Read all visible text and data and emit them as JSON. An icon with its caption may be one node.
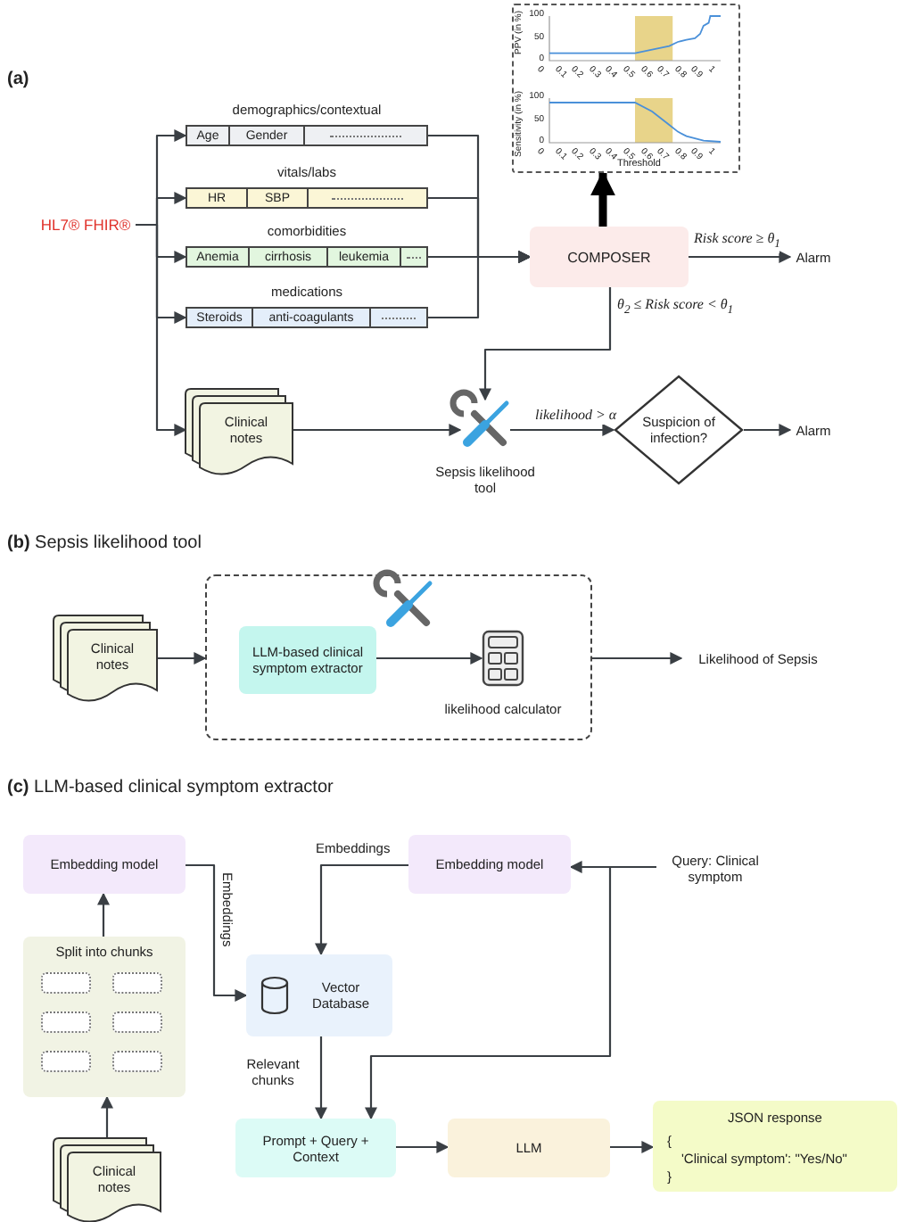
{
  "diagram": {
    "nodes": [
      {
        "text": [
          "HL7® FHIR®"
        ]
      },
      {
        "text": [
          "demographics/contextual",
          "Age",
          "Gender"
        ]
      },
      {
        "text": [
          "vitals/labs",
          "HR",
          "SBP"
        ]
      },
      {
        "text": [
          "comorbidities",
          "Anemia",
          "cirrhosis",
          "leukemia"
        ]
      },
      {
        "text": [
          "medications",
          "Steroids",
          "anti-coagulants"
        ]
      },
      {
        "text": [
          "Clinical notes"
        ]
      },
      {
        "text": [
          "COMPOSER"
        ]
      },
      {
        "text": [
          "PPV (in %)",
          "Sensitivity (in %)",
          "Threshold"
        ]
      },
      {
        "text": [
          "Alarm"
        ]
      },
      {
        "text": [
          "Sepsis likelihood tool"
        ]
      },
      {
        "text": [
          "Suspicion of infection?"
        ]
      },
      {
        "text": [
          "Alarm"
        ]
      },
      {
        "text": [
          "Clinical notes"
        ]
      },
      {
        "text": [],
        "shape": "box"
      },
      {
        "text": [
          "LLM-based clinical symptom extractor"
        ],
        "in": 13
      },
      {
        "text": [
          "likelihood calculator"
        ],
        "in": 13
      },
      {
        "text": [
          "Likelihood of Sepsis"
        ]
      },
      {
        "text": [
          "Embedding model"
        ]
      },
      {
        "text": [
          "Embedding model"
        ]
      },
      {
        "text": [
          "Query: Clinical symptom"
        ]
      },
      {
        "text": [
          "Split into chunks"
        ]
      },
      {
        "text": [
          "Vector Database"
        ]
      },
      {
        "text": [
          "Prompt + Query + Context"
        ]
      },
      {
        "text": [
          "LLM"
        ]
      },
      {
        "text": [
          "JSON response",
          "{",
          "'Clinical symptom': \"Yes/No\"",
          "}"
        ]
      },
      {
        "text": [
          "Clinical notes"
        ]
      }
    ],
    "edges": [
      {
        "from": 0,
        "to": 1,
        "arrow": "to"
      },
      {
        "from": 0,
        "to": 2,
        "arrow": "to"
      },
      {
        "from": 0,
        "to": 3,
        "arrow": "to"
      },
      {
        "from": 0,
        "to": 4,
        "arrow": "to"
      },
      {
        "from": 0,
        "to": 5,
        "arrow": "to"
      },
      {
        "from": 1,
        "to": 6,
        "arrow": "to"
      },
      {
        "from": 2,
        "to": 6,
        "arrow": "to"
      },
      {
        "from": 3,
        "to": 6,
        "arrow": "to"
      },
      {
        "from": 4,
        "to": 6,
        "arrow": "to"
      },
      {
        "from": 6,
        "to": 7,
        "arrow": "to",
        "style": "thick",
        "color": "#000000"
      },
      {
        "from": 6,
        "to": 8,
        "arrow": "to",
        "label": "Risk score ≥ θ$_{1}$"
      },
      {
        "from": 6,
        "to": 9,
        "arrow": "to",
        "label": "θ$_{2}$ ≤ Risk score < θ$_{1}$"
      },
      {
        "from": 5,
        "to": 9,
        "arrow": "to"
      },
      {
        "from": 9,
        "to": 10,
        "arrow": "to",
        "label": "likelihood > α"
      },
      {
        "from": 10,
        "to": 11,
        "arrow": "to"
      },
      {
        "from": 12,
        "to": 13,
        "arrow": "to"
      },
      {
        "from": 14,
        "to": 15,
        "arrow": "to"
      },
      {
        "from": 13,
        "to": 16,
        "arrow": "to"
      },
      {
        "from": 25,
        "to": 20,
        "arrow": "to"
      },
      {
        "from": 20,
        "to": 17,
        "arrow": "to"
      },
      {
        "from": 17,
        "to": 21,
        "arrow": "to",
        "label": "Embeddings"
      },
      {
        "from": 18,
        "to": 21,
        "arrow": "to",
        "label": "Embeddings"
      },
      {
        "from": 19,
        "to": 18,
        "arrow": "to"
      },
      {
        "from": 19,
        "to": 22,
        "arrow": "to"
      },
      {
        "from": 21,
        "to": 22,
        "arrow": "to",
        "label": "Relevant chunks"
      },
      {
        "from": 22,
        "to": 23,
        "arrow": "to"
      },
      {
        "from": 23,
        "to": 24,
        "arrow": "to"
      }
    ],
    "labels": [
      "(a)",
      "**(b)** Sepsis likelihood tool",
      "**(c)** LLM-based clinical symptom extractor",
      "100",
      "50",
      "0",
      "0",
      "0.1",
      "0.2",
      "0.3",
      "0.4",
      "0.5",
      "0.6",
      "0.7",
      "0.8",
      "0.9",
      "1",
      "100",
      "50",
      "0",
      "0",
      "0.1",
      "0.2",
      "0.3",
      "0.4",
      "0.5",
      "0.6",
      "0.7",
      "0.8",
      "0.9",
      "1"
    ]
  }
}
